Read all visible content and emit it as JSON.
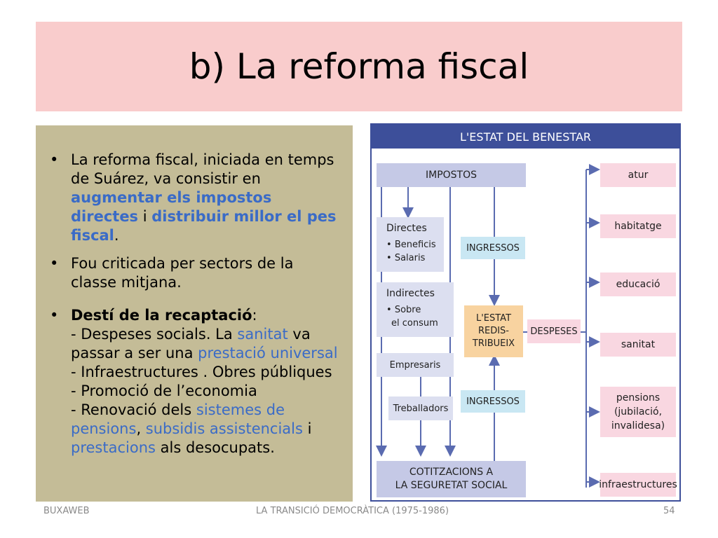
{
  "title": "b) La reforma fiscal",
  "bullets": {
    "b1": {
      "t1": "La reforma fiscal, iniciada en temps de Suárez, va consistir en ",
      "h1": "augmentar els impostos directes",
      "t2": " i ",
      "h2": "distribuir millor el pes fiscal",
      "t3": "."
    },
    "b2": "Fou criticada per sectors de la classe mitjana.",
    "b3": {
      "head": "Destí de la recaptació",
      "colon": ":",
      "l1a": "- Despeses socials. La ",
      "l1b": "sanitat",
      "l1c": " va passar a ser una ",
      "l1d": "prestació universal",
      "l2": "- Infraestructures . Obres públiques",
      "l3": "- Promoció de l’economia",
      "l4a": "- Renovació dels ",
      "l4b": "sistemes de pensions",
      "l4c": ", ",
      "l4d": "subsidis assistencials",
      "l4e": " i ",
      "l4f": "prestacions",
      "l4g": " als desocupats."
    }
  },
  "diagram": {
    "header": "L'ESTAT DEL BENESTAR",
    "impostos": "IMPOSTOS",
    "directes": {
      "title": "Directes",
      "items": [
        "Beneficis",
        "Salaris"
      ]
    },
    "indirectes": {
      "title": "Indirectes",
      "item": "Sobre",
      "item2": "el consum"
    },
    "empresaris": "Empresaris",
    "treballadors": "Treballadors",
    "cotitzacions": [
      "COTITZACIONS A",
      "LA SEGURETAT SOCIAL"
    ],
    "ingressos_top": "INGRESSOS",
    "ingressos_bottom": "INGRESSOS",
    "estat": [
      "L'ESTAT",
      "REDIS-",
      "TRIBUEIX"
    ],
    "despeses": "DESPESES",
    "destinations": [
      "atur",
      "habitatge",
      "educació",
      "sanitat",
      "infraestructures"
    ],
    "pensions": [
      "pensions",
      "(jubilació,",
      "invalidesa)"
    ]
  },
  "footer": {
    "left": "BUXAWEB",
    "center": "LA TRANSICIÓ DEMOCRÀTICA (1975-1986)",
    "right": "54"
  },
  "colors": {
    "title_bg": "#f9cccc",
    "panel_bg": "#c4bc97",
    "highlight_text": "#3a6bc7",
    "diagram_header": "#3d4f9a"
  }
}
